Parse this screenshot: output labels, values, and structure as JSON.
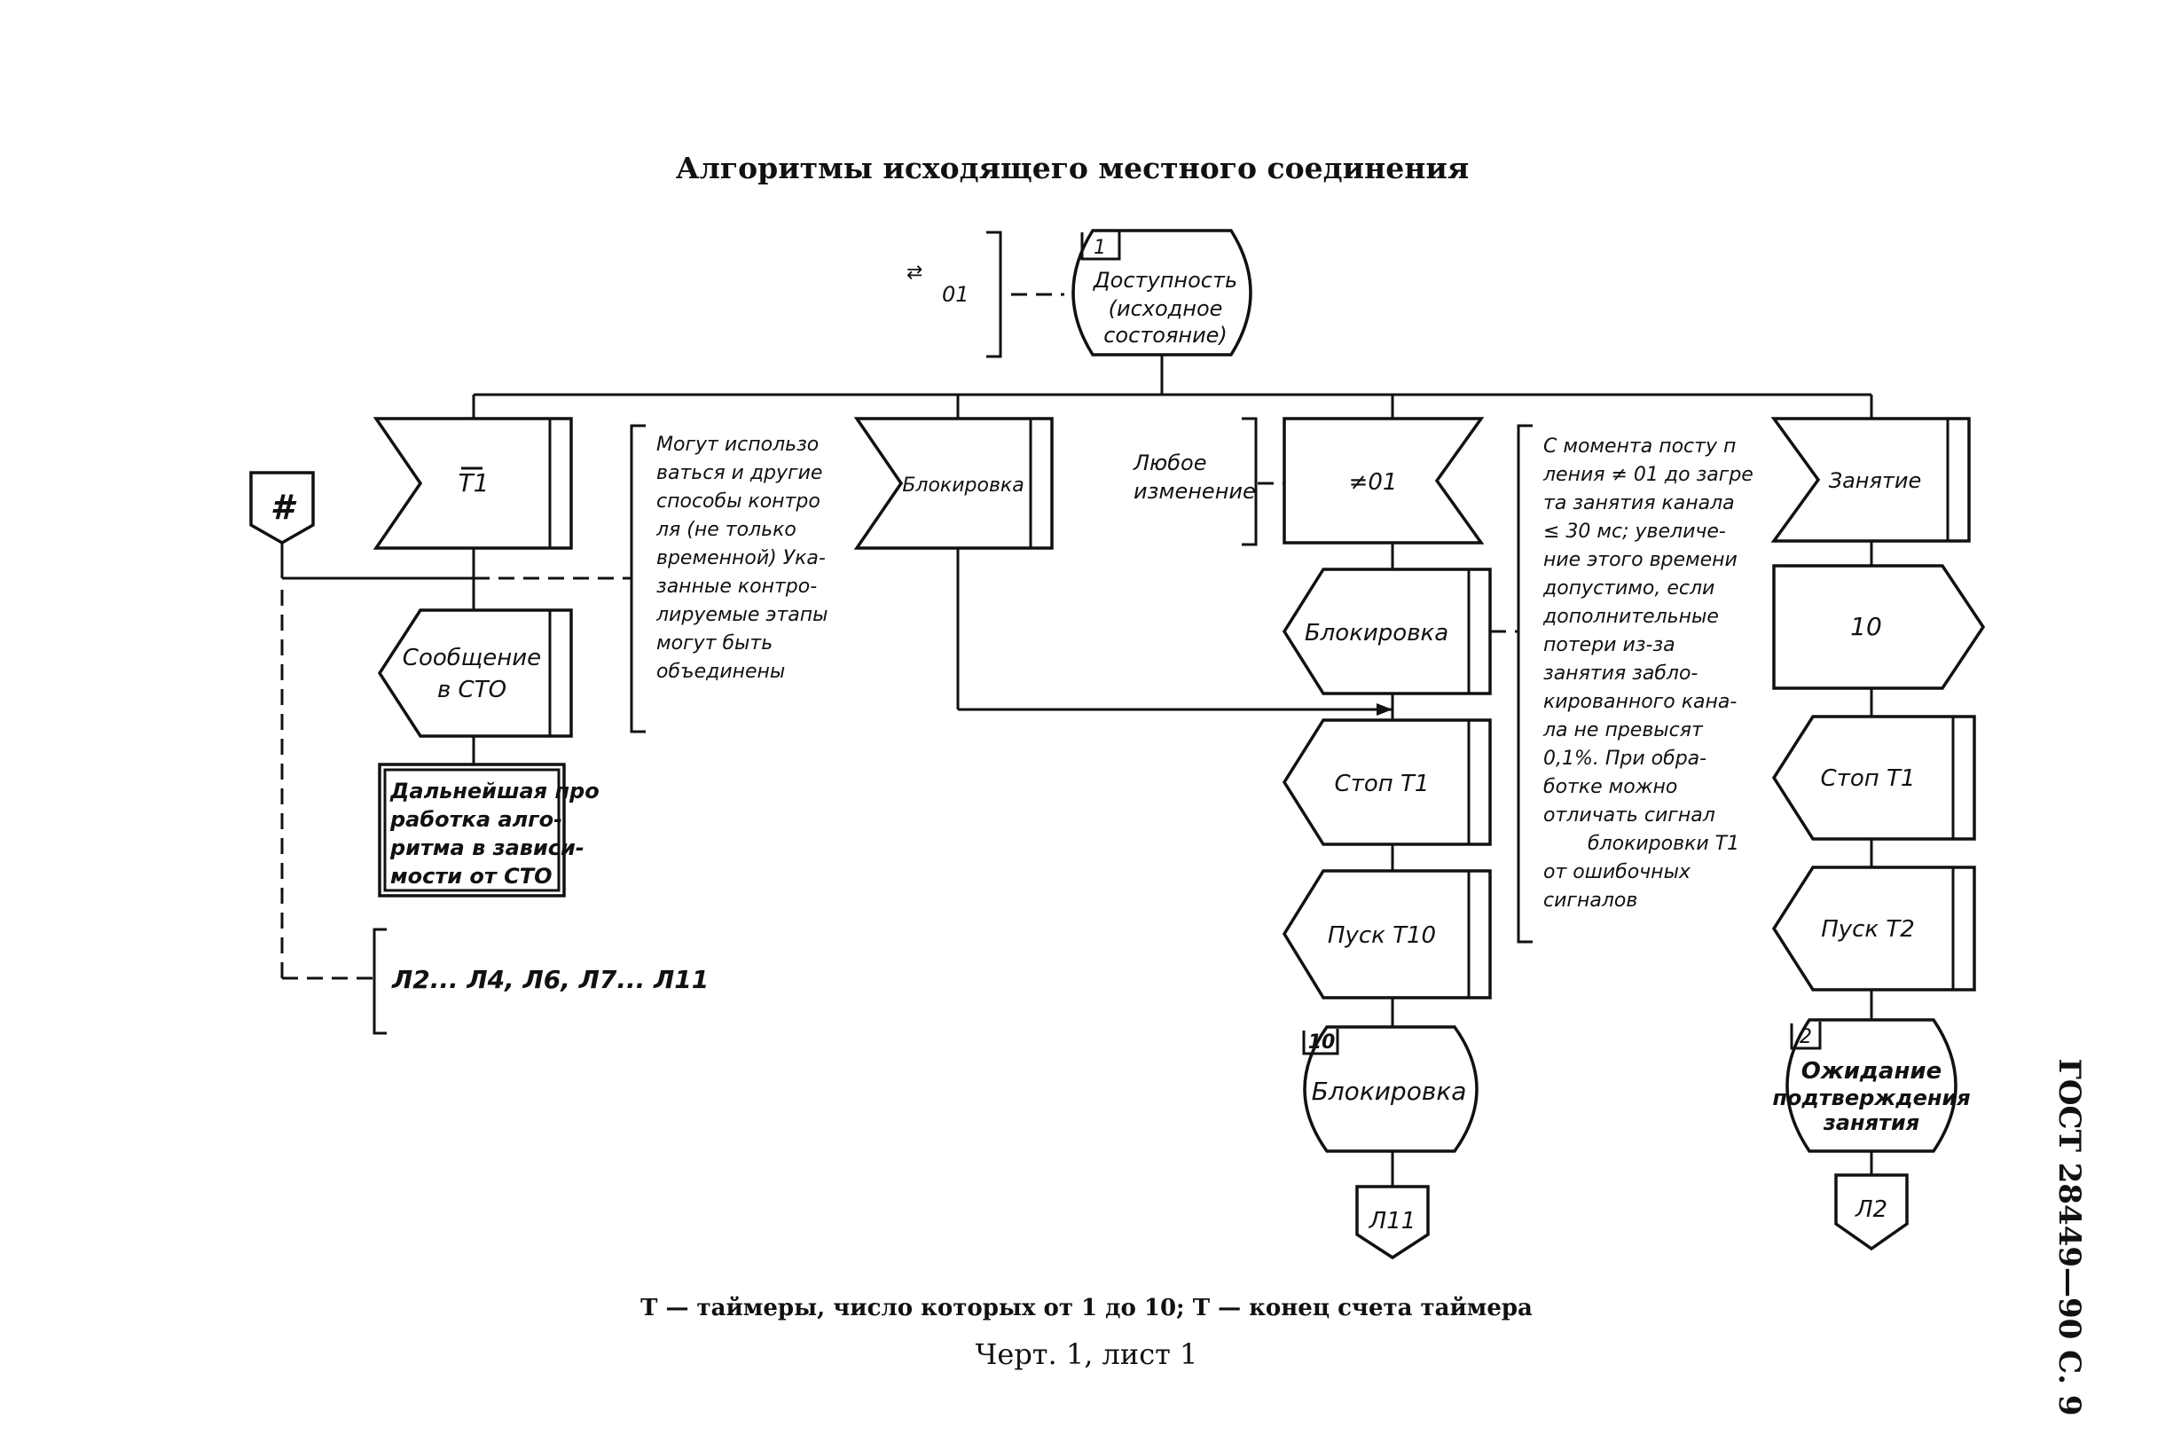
{
  "title": "Алгоритмы исходящего местного соединения",
  "side_label": "ГОСТ 28449—90 С. 9",
  "footnote": "T — таймеры, число которых от 1 до 10; T — конец счета таймера",
  "caption": "Черт. 1, лист 1",
  "states": {
    "availability": {
      "number": "1",
      "lines": [
        "Доступность",
        "(исходное",
        "состояние)"
      ]
    },
    "blocking": {
      "number": "10",
      "lines": [
        "Блокировка"
      ]
    },
    "waiting": {
      "number": "2",
      "lines": [
        "Ожидание",
        "подтверждения",
        "занятия"
      ]
    }
  },
  "inputs": {
    "t1": "T1",
    "block_in": "Блокировка",
    "neq01": "≠01",
    "busy": "Занятие"
  },
  "outputs": {
    "msg": [
      "Сообщение",
      "в СТО"
    ],
    "block_out": "Блокировка",
    "stop_t1_a": "Стоп T1",
    "start_t10": "Пуск T10",
    "send_10": "10",
    "stop_t1_b": "Стоп T1",
    "start_t2": "Пуск T2"
  },
  "process_box": [
    "Дальнейшая про",
    "работка алго-",
    "ритма в зависи-",
    "мости от СТО"
  ],
  "connectors": {
    "hash": "#",
    "l11": "Л11",
    "l2": "Л2"
  },
  "notes": {
    "top_left": [
      "⇄",
      "01"
    ],
    "control": [
      "Могут использо",
      "ваться и другие",
      "способы контро",
      "ля (не только",
      "временной) Ука-",
      "занные контро-",
      "лируемые этапы",
      "могут быть",
      "объединены"
    ],
    "any_change": [
      "Любое",
      "изменение"
    ],
    "timing": [
      "С момента посту п",
      "ления ≠ 01 до загре",
      "та занятия канала",
      "≤ 30 мс; увеличе-",
      "ние этого времени",
      "допустимо, если",
      "дополнительные",
      "потери из-за",
      "занятия забло-",
      "кированного кана-",
      "ла не превысят",
      "0,1%. При обра-",
      "ботке можно",
      "отличать сигнал",
      "блокировки T1",
      "от ошибочных",
      "сигналов"
    ],
    "lines_ref": "Л2... Л4, Л6, Л7... Л11"
  }
}
